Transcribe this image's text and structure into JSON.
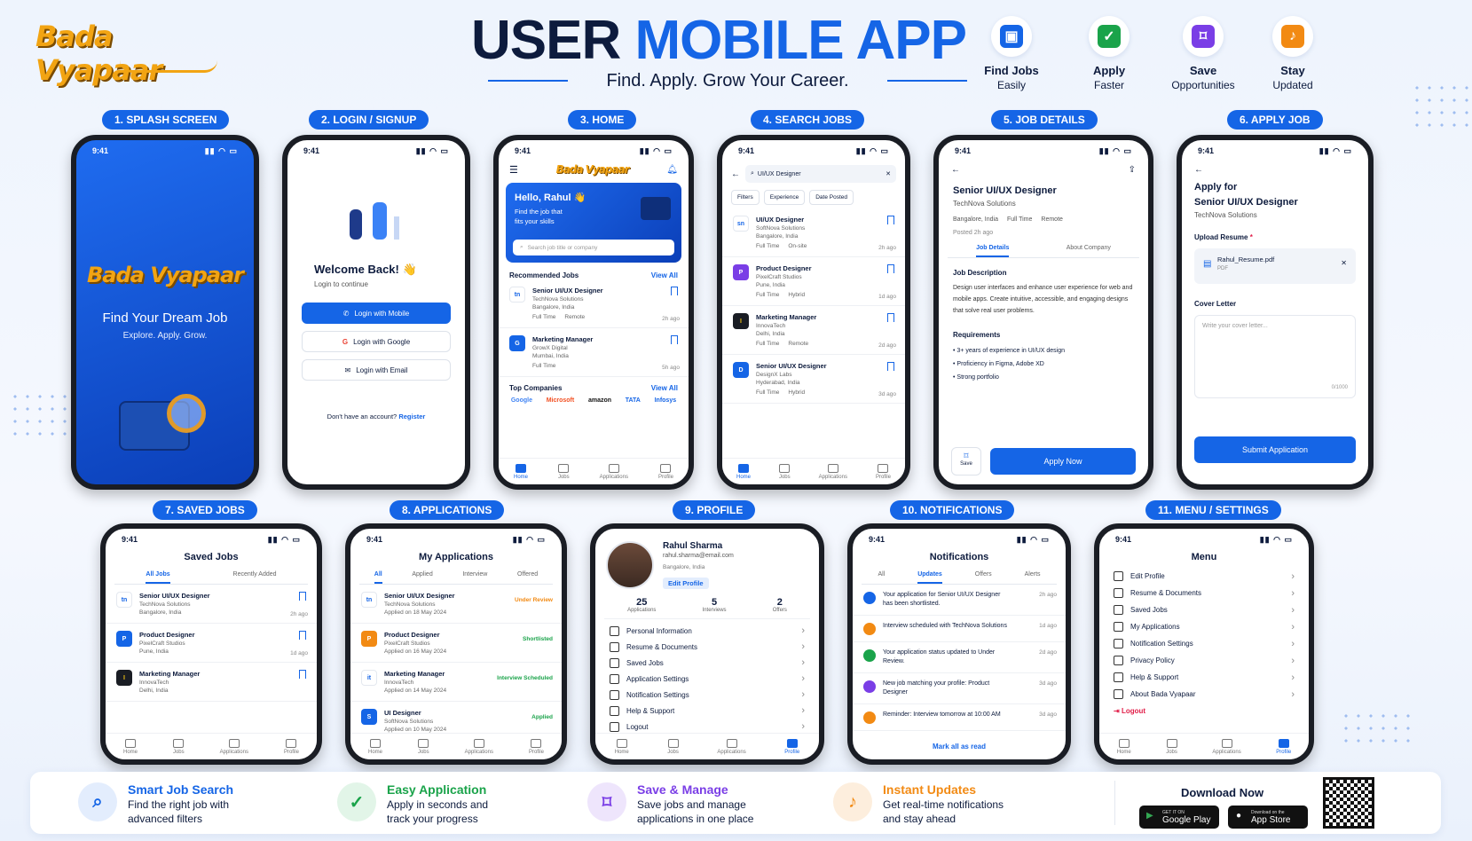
{
  "brand": {
    "logo": "Bada Vyapaar",
    "colors": {
      "primary": "#1565e6",
      "dark": "#0d1b3d",
      "accent": "#f2a413"
    }
  },
  "header": {
    "title_a": "USER",
    "title_b": "MOBILE APP",
    "subtitle": "Find. Apply. Grow Your Career."
  },
  "top_features": [
    {
      "l1": "Find Jobs",
      "l2": "Easily",
      "icon": "briefcase-icon",
      "color": "#1565e6"
    },
    {
      "l1": "Apply",
      "l2": "Faster",
      "icon": "check-shield-icon",
      "color": "#1aa34a"
    },
    {
      "l1": "Save",
      "l2": "Opportunities",
      "icon": "bookmark-icon",
      "color": "#7a3ee6"
    },
    {
      "l1": "Stay",
      "l2": "Updated",
      "icon": "bell-icon",
      "color": "#f28a13"
    }
  ],
  "badges": [
    "1. SPLASH SCREEN",
    "2. LOGIN / SIGNUP",
    "3. HOME",
    "4. SEARCH JOBS",
    "5. JOB DETAILS",
    "6. APPLY JOB",
    "7. SAVED JOBS",
    "8. APPLICATIONS",
    "9. PROFILE",
    "10. NOTIFICATIONS",
    "11. MENU / SETTINGS"
  ],
  "time": "9:41",
  "splash": {
    "logo": "Bada Vyapaar",
    "title": "Find Your Dream Job",
    "tag": "Explore. Apply. Grow."
  },
  "login": {
    "title": "Welcome Back! 👋",
    "sub": "Login to continue",
    "mobile": "Login with Mobile",
    "google": "Login with Google",
    "email": "Login with Email",
    "no_account": "Don't have an account?",
    "register": "Register"
  },
  "home": {
    "logo": "Bada Vyapaar",
    "hello": "Hello, Rahul 👋",
    "line1": "Find the job that",
    "line2": "fits your skills",
    "search_ph": "Search job title or company",
    "rec": "Recommended Jobs",
    "view_all": "View All",
    "jobs": [
      {
        "title": "Senior UI/UX Designer",
        "company": "TechNova Solutions",
        "loc": "Bangalore, India",
        "type": "Full Time",
        "mode": "Remote",
        "age": "2h ago",
        "logo": "tn",
        "color": "#ffffff",
        "fg": "#1565e6"
      },
      {
        "title": "Marketing Manager",
        "company": "GrowX Digital",
        "loc": "Mumbai, India",
        "type": "Full Time",
        "mode": "",
        "age": "5h ago",
        "logo": "G",
        "color": "#1565e6",
        "fg": "#ffffff"
      }
    ],
    "top": "Top Companies",
    "companies": [
      "Google",
      "Microsoft",
      "amazon",
      "TATA",
      "Infosys"
    ]
  },
  "search": {
    "query": "UI/UX Designer",
    "filters": "Filters",
    "experience": "Experience",
    "date": "Date Posted",
    "jobs": [
      {
        "title": "UI/UX Designer",
        "company": "SoftNova Solutions",
        "loc": "Bangalore, India",
        "type": "Full Time",
        "mode": "On-site",
        "age": "2h ago",
        "logo": "sn",
        "color": "#ffffff",
        "fg": "#1565e6"
      },
      {
        "title": "Product Designer",
        "company": "PixelCraft Studios",
        "loc": "Pune, India",
        "type": "Full Time",
        "mode": "Hybrid",
        "age": "1d ago",
        "logo": "P",
        "color": "#7a3ee6",
        "fg": "#ffffff"
      },
      {
        "title": "Marketing Manager",
        "company": "InnovaTech",
        "loc": "Delhi, India",
        "type": "Full Time",
        "mode": "Remote",
        "age": "2d ago",
        "logo": "I",
        "color": "#1a1d24",
        "fg": "#f2c413"
      },
      {
        "title": "Senior UI/UX Designer",
        "company": "DesignX Labs",
        "loc": "Hyderabad, India",
        "type": "Full Time",
        "mode": "Hybrid",
        "age": "3d ago",
        "logo": "D",
        "color": "#1565e6",
        "fg": "#ffffff"
      }
    ]
  },
  "details": {
    "title": "Senior UI/UX Designer",
    "company": "TechNova Solutions",
    "loc": "Bangalore, India",
    "type": "Full Time",
    "mode": "Remote",
    "posted": "Posted 2h ago",
    "tab1": "Job Details",
    "tab2": "About Company",
    "desc_h": "Job Description",
    "desc": "Design user interfaces and enhance user experience for web and mobile apps. Create intuitive, accessible, and engaging designs that solve real user problems.",
    "req_h": "Requirements",
    "req": [
      "3+ years of experience in UI/UX design",
      "Proficiency in Figma, Adobe XD",
      "Strong portfolio"
    ],
    "save": "Save",
    "apply": "Apply Now"
  },
  "apply": {
    "for": "Apply for",
    "title": "Senior UI/UX Designer",
    "company": "TechNova Solutions",
    "resume_label": "Upload Resume",
    "file": "Rahul_Resume.pdf",
    "file_type": "PDF",
    "cover_label": "Cover Letter",
    "cover_ph": "Write your cover letter...",
    "counter": "0/1000",
    "submit": "Submit Application"
  },
  "saved": {
    "title": "Saved Jobs",
    "tab1": "All Jobs",
    "tab2": "Recently Added",
    "jobs": [
      {
        "title": "Senior UI/UX Designer",
        "company": "TechNova Solutions",
        "loc": "Bangalore, India",
        "age": "2h ago",
        "logo": "tn",
        "color": "#ffffff",
        "fg": "#1565e6"
      },
      {
        "title": "Product Designer",
        "company": "PixelCraft Studios",
        "loc": "Pune, India",
        "age": "1d ago",
        "logo": "P",
        "color": "#1565e6",
        "fg": "#ffffff"
      },
      {
        "title": "Marketing Manager",
        "company": "InnovaTech",
        "loc": "Delhi, India",
        "age": "",
        "logo": "I",
        "color": "#1a1d24",
        "fg": "#f2c413"
      }
    ]
  },
  "applications": {
    "title": "My Applications",
    "tabs": [
      "All",
      "Applied",
      "Interview",
      "Offered"
    ],
    "items": [
      {
        "title": "Senior UI/UX Designer",
        "company": "TechNova Solutions",
        "date": "Applied on 18 May 2024",
        "status": "Under Review",
        "scolor": "#f28a13",
        "logo": "tn",
        "color": "#ffffff",
        "fg": "#1565e6"
      },
      {
        "title": "Product Designer",
        "company": "PixelCraft Studios",
        "date": "Applied on 16 May 2024",
        "status": "Shortlisted",
        "scolor": "#1aa34a",
        "logo": "P",
        "color": "#f28a13",
        "fg": "#ffffff"
      },
      {
        "title": "Marketing Manager",
        "company": "InnovaTech",
        "date": "Applied on 14 May 2024",
        "status": "Interview Scheduled",
        "scolor": "#1aa34a",
        "logo": "it",
        "color": "#ffffff",
        "fg": "#1565e6"
      },
      {
        "title": "UI Designer",
        "company": "SoftNova Solutions",
        "date": "Applied on 10 May 2024",
        "status": "Applied",
        "scolor": "#1aa34a",
        "logo": "S",
        "color": "#1565e6",
        "fg": "#ffffff"
      }
    ]
  },
  "profile": {
    "name": "Rahul Sharma",
    "email": "rahul.sharma@email.com",
    "loc": "Bangalore, India",
    "edit": "Edit Profile",
    "stats": [
      {
        "n": "25",
        "l": "Applications"
      },
      {
        "n": "5",
        "l": "Interviews"
      },
      {
        "n": "2",
        "l": "Offers"
      }
    ],
    "menu": [
      "Personal Information",
      "Resume & Documents",
      "Saved Jobs",
      "Application Settings",
      "Notification Settings",
      "Help & Support",
      "Logout"
    ]
  },
  "notifications": {
    "title": "Notifications",
    "tabs": [
      "All",
      "Updates",
      "Offers",
      "Alerts"
    ],
    "items": [
      {
        "text": "Your application for Senior UI/UX Designer has been shortlisted.",
        "age": "2h ago",
        "color": "#1565e6"
      },
      {
        "text": "Interview scheduled with TechNova Solutions",
        "age": "1d ago",
        "color": "#f28a13"
      },
      {
        "text": "Your application status updated to Under Review.",
        "age": "2d ago",
        "color": "#1aa34a"
      },
      {
        "text": "New job matching your profile: Product Designer",
        "age": "3d ago",
        "color": "#7a3ee6"
      },
      {
        "text": "Reminder: Interview tomorrow at 10:00 AM",
        "age": "3d ago",
        "color": "#f28a13"
      }
    ],
    "mark": "Mark all as read"
  },
  "menu": {
    "title": "Menu",
    "items": [
      "Edit Profile",
      "Resume & Documents",
      "Saved Jobs",
      "My Applications",
      "Notification Settings",
      "Privacy Policy",
      "Help & Support",
      "About Bada Vyapaar"
    ],
    "logout": "Logout"
  },
  "nav": [
    "Home",
    "Jobs",
    "Applications",
    "Profile"
  ],
  "bottom_features": [
    {
      "t": "Smart Job Search",
      "d1": "Find the right job with",
      "d2": "advanced filters",
      "color": "#1565e6",
      "bg": "#e3edfd",
      "icon": "search-icon"
    },
    {
      "t": "Easy Application",
      "d1": "Apply in seconds and",
      "d2": "track your progress",
      "color": "#1aa34a",
      "bg": "#e2f5e8",
      "icon": "check-shield-icon"
    },
    {
      "t": "Save & Manage",
      "d1": "Save jobs and manage",
      "d2": "applications in one place",
      "color": "#7a3ee6",
      "bg": "#eee5fc",
      "icon": "bookmark-icon"
    },
    {
      "t": "Instant Updates",
      "d1": "Get real-time notifications",
      "d2": "and stay ahead",
      "color": "#f28a13",
      "bg": "#fdeedd",
      "icon": "bell-icon"
    }
  ],
  "download": {
    "title": "Download Now",
    "gp_small": "GET IT ON",
    "gp": "Google Play",
    "as_small": "Download on the",
    "as": "App Store"
  }
}
